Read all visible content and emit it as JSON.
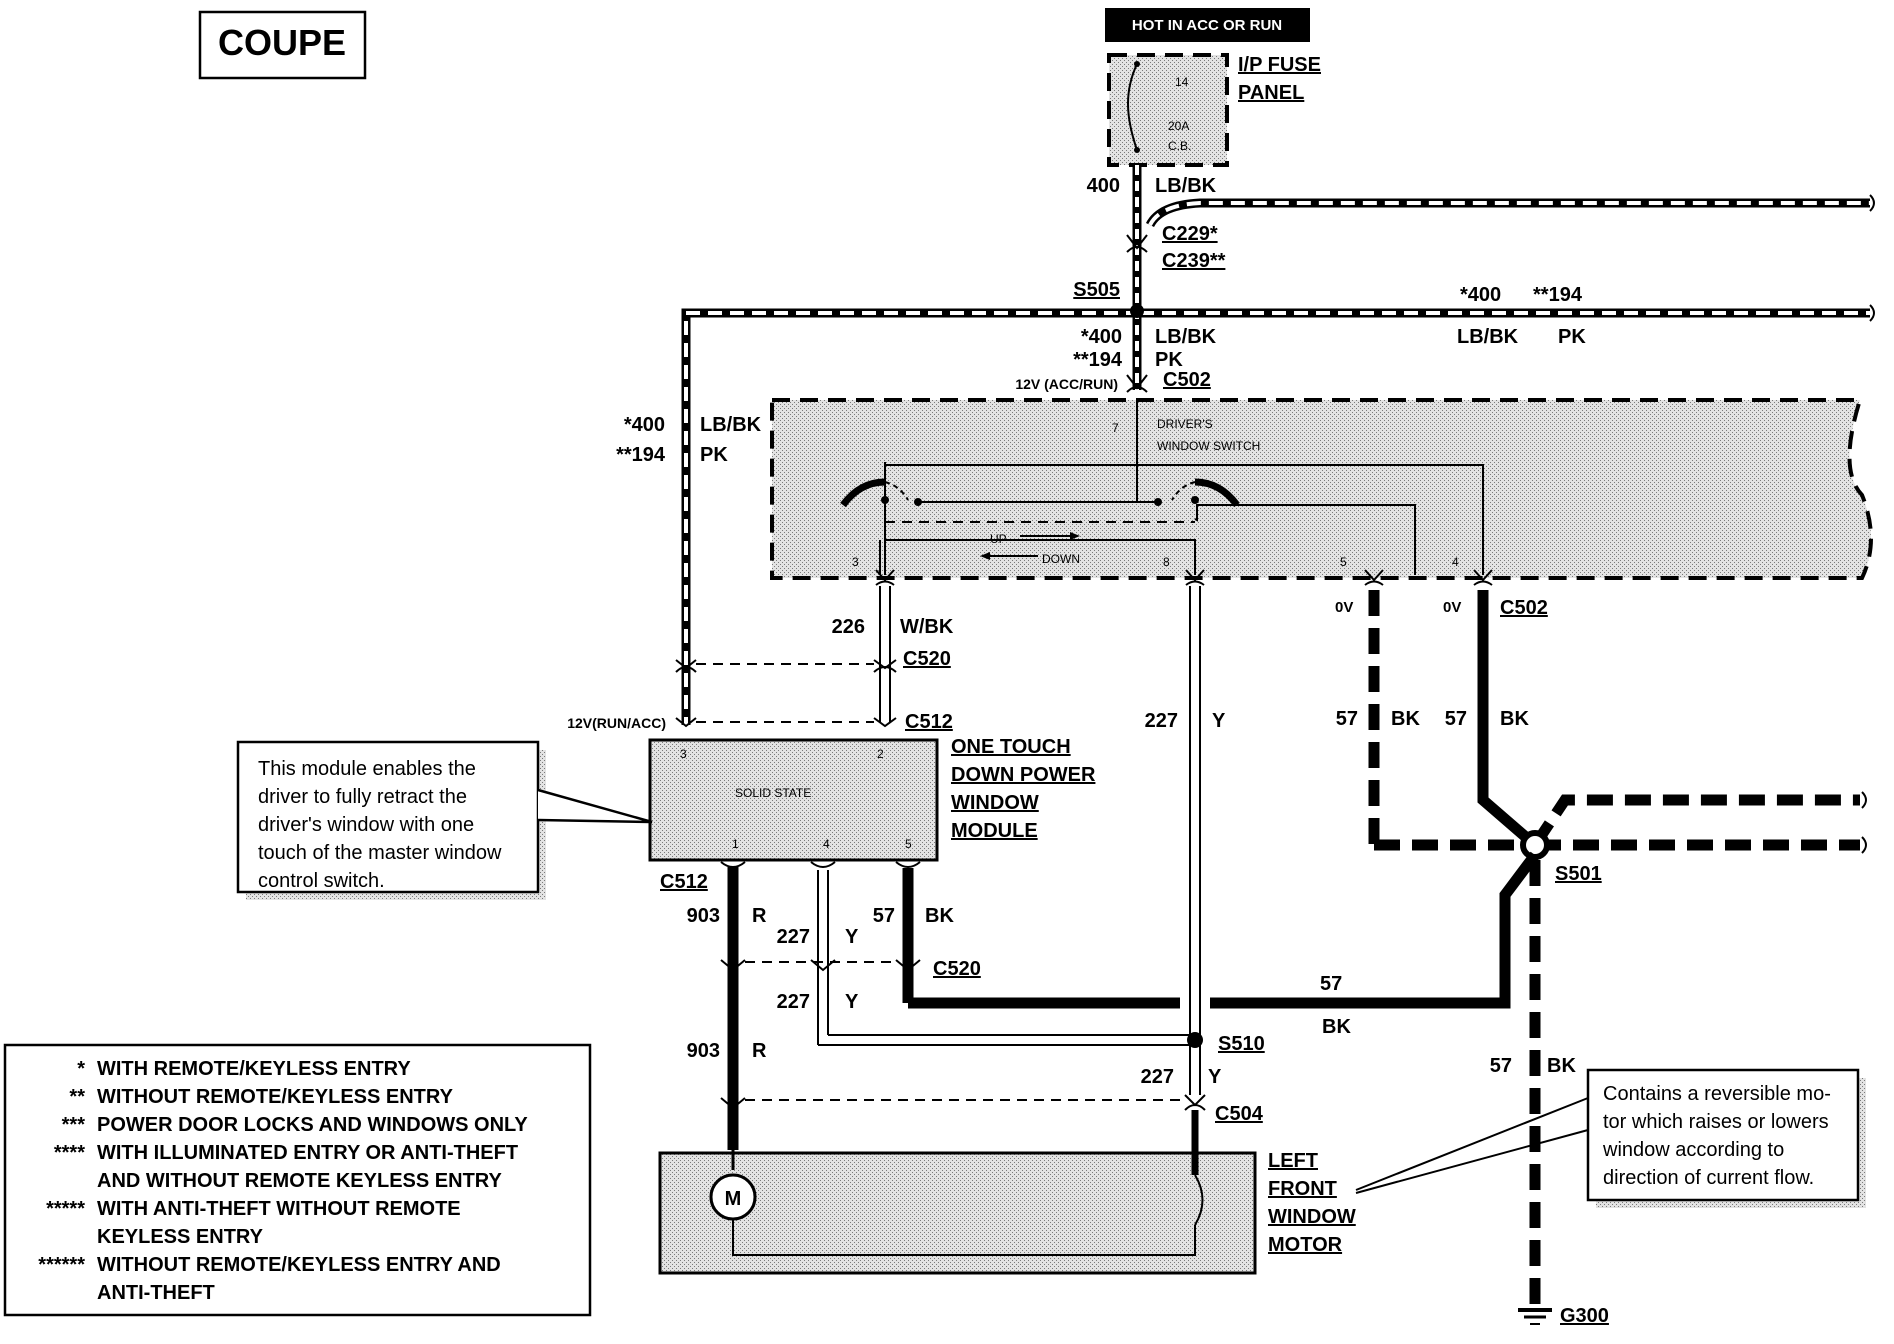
{
  "title": "COUPE",
  "hot_label": "HOT IN ACC OR RUN",
  "fuse_panel": {
    "label_line1": "I/P FUSE",
    "label_line2": "PANEL",
    "fuse_number": "14",
    "rating_line1": "20A",
    "rating_line2": "C.B."
  },
  "wires": {
    "w400": "400",
    "lbbk": "LB/BK",
    "star400": "*400",
    "dstar194": "**194",
    "pk": "PK",
    "w226": "226",
    "wbk": "W/BK",
    "w227": "227",
    "y": "Y",
    "w57": "57",
    "bk": "BK",
    "w903": "903",
    "r": "R",
    "zero_v": "0V"
  },
  "connectors": {
    "c229": "C229*",
    "c239": "C239**",
    "s505": "S505",
    "c502": "C502",
    "c502b": "C502",
    "c520a": "C520",
    "c512a": "C512",
    "c512b": "C512",
    "c520b": "C520",
    "s510": "S510",
    "c504": "C504",
    "s501": "S501",
    "g300": "G300"
  },
  "voltages": {
    "acc_run": "12V (ACC/RUN)",
    "run_acc": "12V(RUN/ACC)"
  },
  "switch": {
    "label_line1": "DRIVER'S",
    "label_line2": "WINDOW SWITCH",
    "up": "UP",
    "down": "DOWN",
    "pin7": "7",
    "pin3": "3",
    "pin8": "8",
    "pin5": "5",
    "pin4": "4"
  },
  "module": {
    "name_line1": "ONE TOUCH",
    "name_line2": "DOWN POWER",
    "name_line3": "WINDOW",
    "name_line4": "MODULE",
    "inner": "SOLID STATE",
    "pin3": "3",
    "pin2": "2",
    "pin1": "1",
    "pin4": "4",
    "pin5": "5",
    "note": [
      "This module enables the",
      "driver to fully retract the",
      "driver's window with one",
      "touch of the master window",
      "control switch."
    ]
  },
  "motor": {
    "name_line1": "LEFT",
    "name_line2": "FRONT",
    "name_line3": "WINDOW",
    "name_line4": "MOTOR",
    "symbol": "M",
    "note": [
      "Contains a reversible mo-",
      "tor which raises or lowers",
      "window according to",
      "direction of current flow."
    ]
  },
  "legend": [
    {
      "mark": "*",
      "text": [
        "WITH REMOTE/KEYLESS ENTRY"
      ]
    },
    {
      "mark": "**",
      "text": [
        "WITHOUT REMOTE/KEYLESS ENTRY"
      ]
    },
    {
      "mark": "***",
      "text": [
        "POWER DOOR LOCKS AND WINDOWS ONLY"
      ]
    },
    {
      "mark": "****",
      "text": [
        "WITH ILLUMINATED ENTRY OR ANTI-THEFT",
        "AND WITHOUT REMOTE KEYLESS ENTRY"
      ]
    },
    {
      "mark": "*****",
      "text": [
        "WITH ANTI-THEFT WITHOUT REMOTE",
        "KEYLESS ENTRY"
      ]
    },
    {
      "mark": "******",
      "text": [
        "WITHOUT REMOTE/KEYLESS ENTRY AND",
        "ANTI-THEFT"
      ]
    }
  ]
}
